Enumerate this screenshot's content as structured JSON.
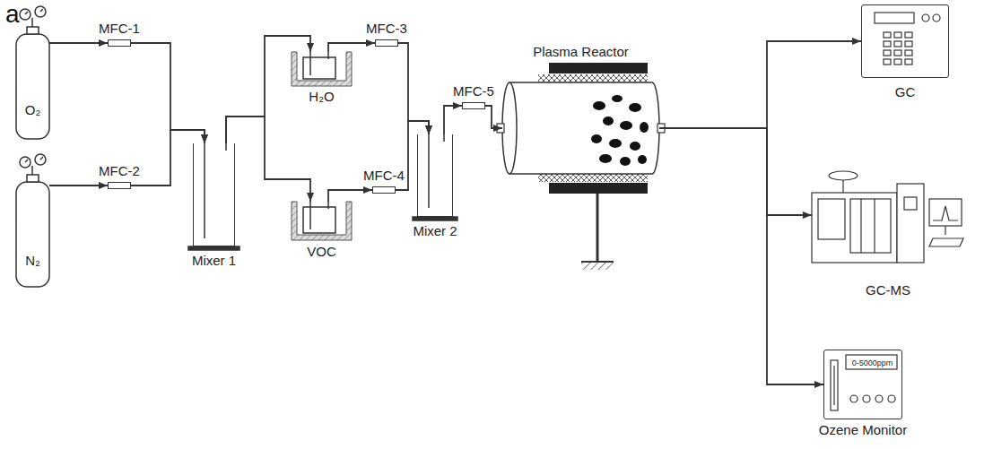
{
  "diagram": {
    "nodes": [
      {
        "text": [
          "O₂"
        ]
      },
      {
        "text": [
          "N₂"
        ]
      },
      {
        "text": [
          "MFC-1"
        ]
      },
      {
        "text": [
          "MFC-2"
        ]
      },
      {
        "text": [
          "Mixer 1"
        ]
      },
      {
        "text": [
          "H₂O"
        ]
      },
      {
        "text": [
          "MFC-3"
        ]
      },
      {
        "text": [
          "VOC"
        ]
      },
      {
        "text": [
          "MFC-4"
        ]
      },
      {
        "text": [
          "Mixer 2"
        ]
      },
      {
        "text": [
          "MFC-5"
        ]
      },
      {
        "text": [
          "Plasma Reactor"
        ]
      },
      {
        "text": [
          "GC"
        ]
      },
      {
        "text": [
          "GC-MS"
        ]
      },
      {
        "text": [
          "0-5000ppm",
          "Ozene Monitor"
        ]
      }
    ],
    "edges": [
      {
        "from": 0,
        "to": 2,
        "arrow": "to"
      },
      {
        "from": 1,
        "to": 3,
        "arrow": "to"
      },
      {
        "from": 2,
        "to": 4,
        "arrow": "to"
      },
      {
        "from": 3,
        "to": 4,
        "arrow": "to"
      },
      {
        "from": 4,
        "to": 5,
        "arrow": "to"
      },
      {
        "from": 4,
        "to": 7,
        "arrow": "to"
      },
      {
        "from": 5,
        "to": 6,
        "arrow": "to"
      },
      {
        "from": 6,
        "to": 9,
        "arrow": "to"
      },
      {
        "from": 7,
        "to": 8,
        "arrow": "to"
      },
      {
        "from": 8,
        "to": 9,
        "arrow": "to"
      },
      {
        "from": 9,
        "to": 10,
        "arrow": "to"
      },
      {
        "from": 10,
        "to": 11,
        "arrow": "to"
      },
      {
        "from": 11,
        "to": 12,
        "arrow": "to"
      },
      {
        "from": 11,
        "to": 13,
        "arrow": "to"
      },
      {
        "from": 11,
        "to": 14,
        "arrow": "to"
      }
    ],
    "labels": [
      "a"
    ]
  }
}
